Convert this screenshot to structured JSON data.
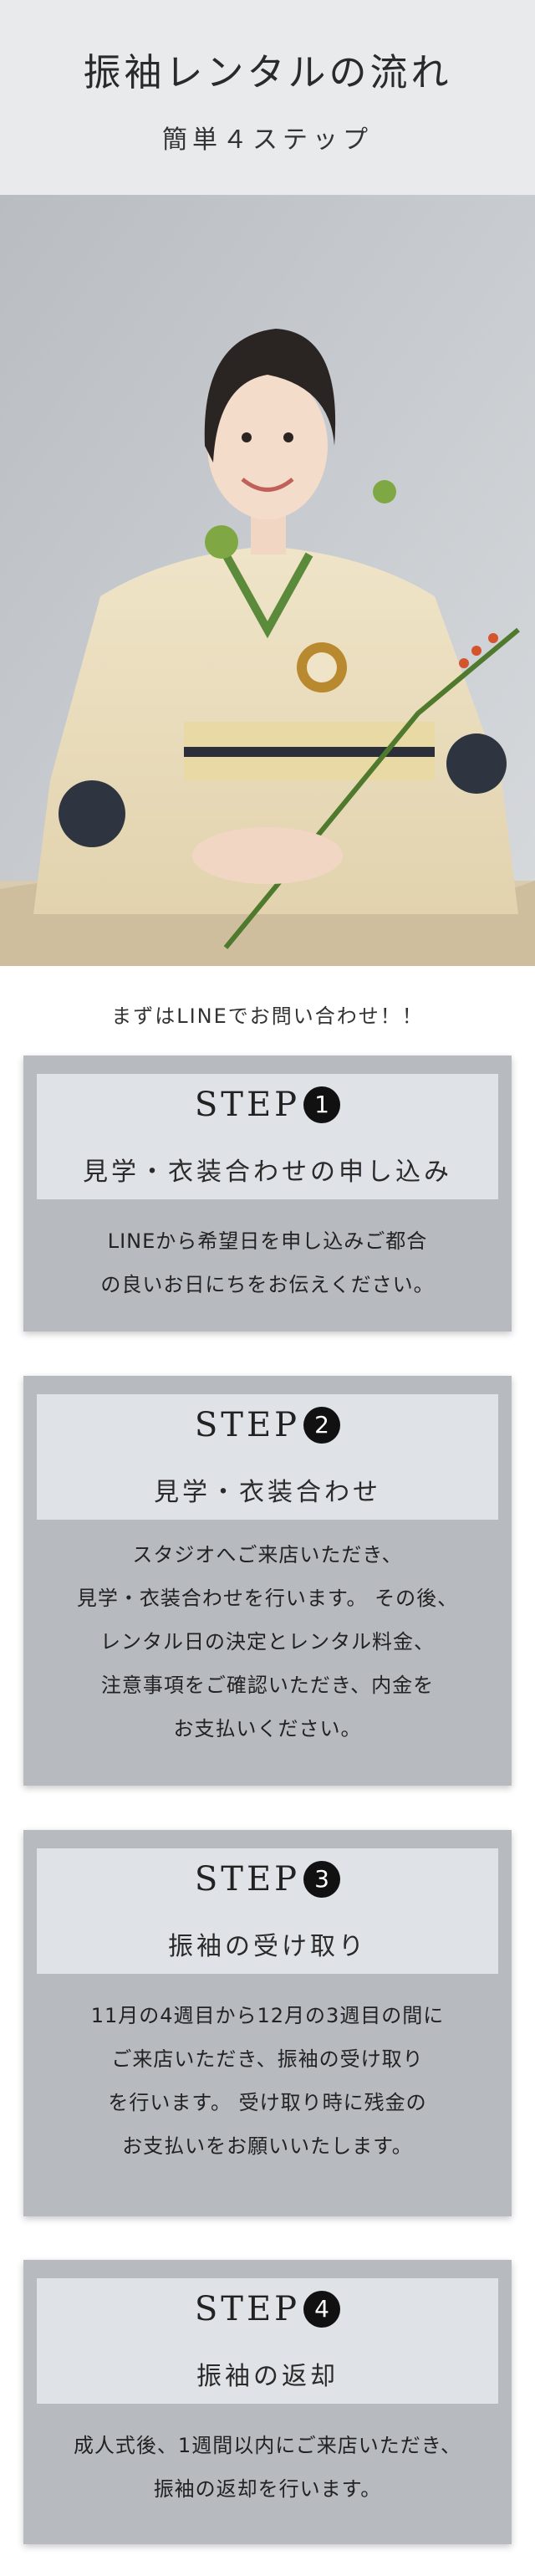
{
  "header": {
    "title": "振袖レンタルの流れ",
    "subtitle": "簡単４ステップ"
  },
  "photo": {
    "alt": ""
  },
  "intro": "まずはLINEでお問い合わせ！！",
  "steps": [
    {
      "label": "STEP",
      "number": "1",
      "name": "見学・衣装合わせの申し込み",
      "lines": [
        "LINEから希望日を申し込みご都合",
        "の良いお日にちをお伝えください。"
      ]
    },
    {
      "label": "STEP",
      "number": "2",
      "name": "見学・衣装合わせ",
      "lines": [
        "スタジオへご来店いただき、",
        "見学・衣装合わせを行います。 その後、",
        "レンタル日の決定とレンタル料金、",
        "注意事項をご確認いただき、内金を",
        "お支払いください。"
      ]
    },
    {
      "label": "STEP",
      "number": "3",
      "name": "振袖の受け取り",
      "lines": [
        "11月の4週目から12月の3週目の間に",
        "ご来店いただき、振袖の受け取り",
        "を行います。 受け取り時に残金の",
        "お支払いをお願いいたします。"
      ]
    },
    {
      "label": "STEP",
      "number": "4",
      "name": "振袖の返却",
      "lines": [
        "成人式後、1週間以内にご来店いただき、",
        "振袖の返却を行います。"
      ]
    }
  ],
  "colors": {
    "header_bg": "#e9eaeb",
    "card_bg": "#b7bbc0",
    "card_head_bg": "#dfe2e6",
    "number_badge": "#111111"
  }
}
